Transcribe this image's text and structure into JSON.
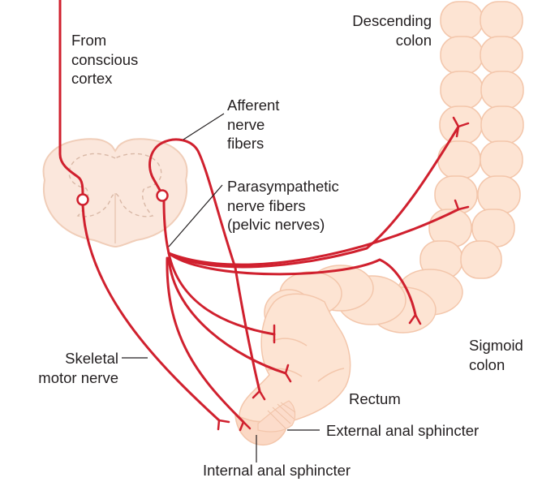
{
  "labels": {
    "from_cortex": [
      "From",
      "conscious",
      "cortex"
    ],
    "descending_colon": [
      "Descending",
      "colon"
    ],
    "afferent": [
      "Afferent",
      "nerve",
      "fibers"
    ],
    "parasympathetic": [
      "Parasympathetic",
      "nerve fibers",
      "(pelvic nerves)"
    ],
    "skeletal": [
      "Skeletal",
      "motor nerve"
    ],
    "sigmoid": [
      "Sigmoid",
      "colon"
    ],
    "rectum": "Rectum",
    "external_sphincter": "External anal sphincter",
    "internal_sphincter": "Internal anal sphincter"
  },
  "colors": {
    "nerve": "#d0202e",
    "tissue_fill": "#fde4d3",
    "tissue_stroke": "#f3c6ab",
    "cord_fill": "#fbe7dc",
    "text": "#231f20"
  }
}
